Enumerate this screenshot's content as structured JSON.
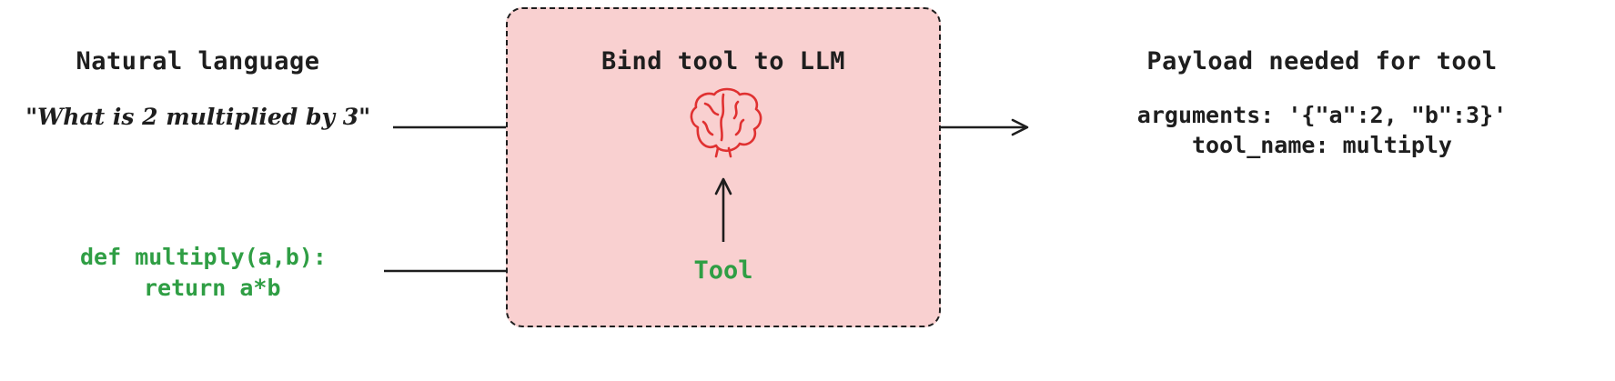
{
  "left": {
    "heading": "Natural language",
    "quote": "\"What is 2 multiplied by 3\"",
    "code_line1": "def multiply(a,b):",
    "code_line2": "return a*b"
  },
  "center": {
    "heading": "Bind tool to LLM",
    "tool_label": "Tool"
  },
  "right": {
    "heading": "Payload needed for tool",
    "payload_line1": "arguments: '{\"a\":2, \"b\":3}'",
    "payload_line2": "tool_name: multiply"
  },
  "icons": {
    "brain": "brain-icon"
  },
  "colors": {
    "box_fill": "#f9d0d0",
    "box_border": "#1e1e1e",
    "code_green": "#2f9e44",
    "brain_red": "#e03131",
    "text": "#1e1e1e",
    "background": "#ffffff"
  }
}
